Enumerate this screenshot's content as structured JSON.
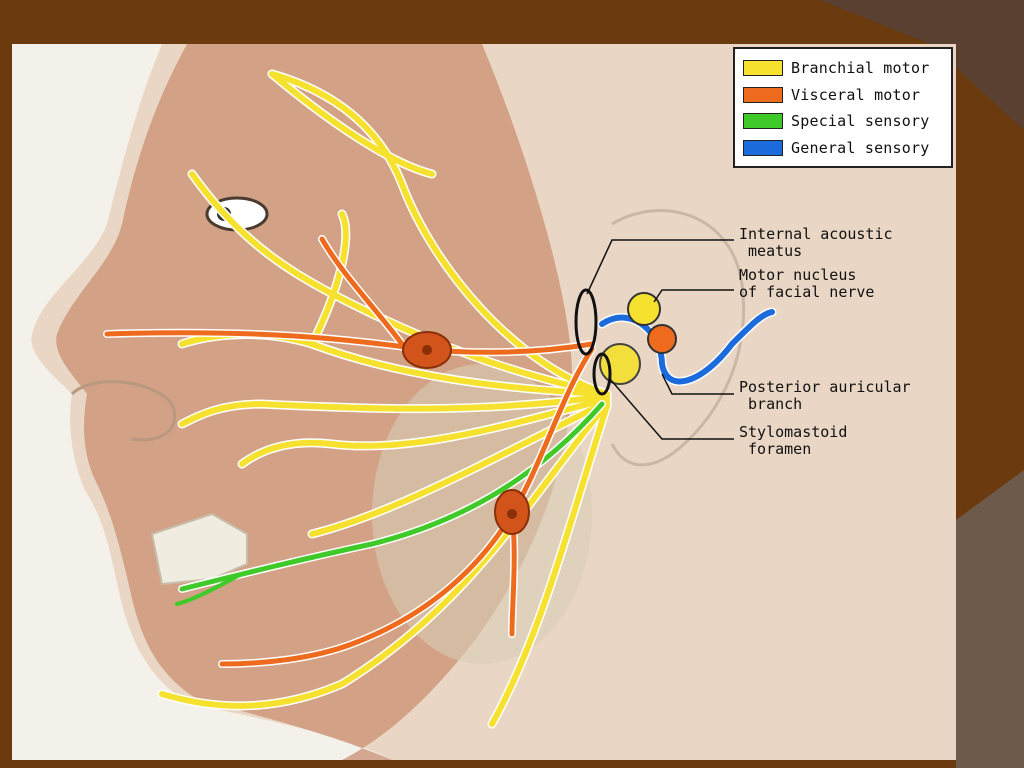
{
  "legend": [
    {
      "label": "Branchial motor",
      "color": "#f5e12e"
    },
    {
      "label": "Visceral motor",
      "color": "#ee6a1c"
    },
    {
      "label": "Special sensory",
      "color": "#3fca2a"
    },
    {
      "label": "General sensory",
      "color": "#1c6bdc"
    }
  ],
  "labels": {
    "internal_acoustic_meatus": "Internal acoustic\n meatus",
    "motor_nucleus": "Motor nucleus\nof facial nerve",
    "posterior_auricular": "Posterior auricular\n branch",
    "stylomastoid": "Stylomastoid\n foramen"
  },
  "colors": {
    "background": "#6b3a0e",
    "stage": "#f4f1ea",
    "skin": "#e9d6c4",
    "muscle": "#c98f72",
    "nerve_outline": "#ffffff",
    "ganglion": "#d2541a"
  }
}
